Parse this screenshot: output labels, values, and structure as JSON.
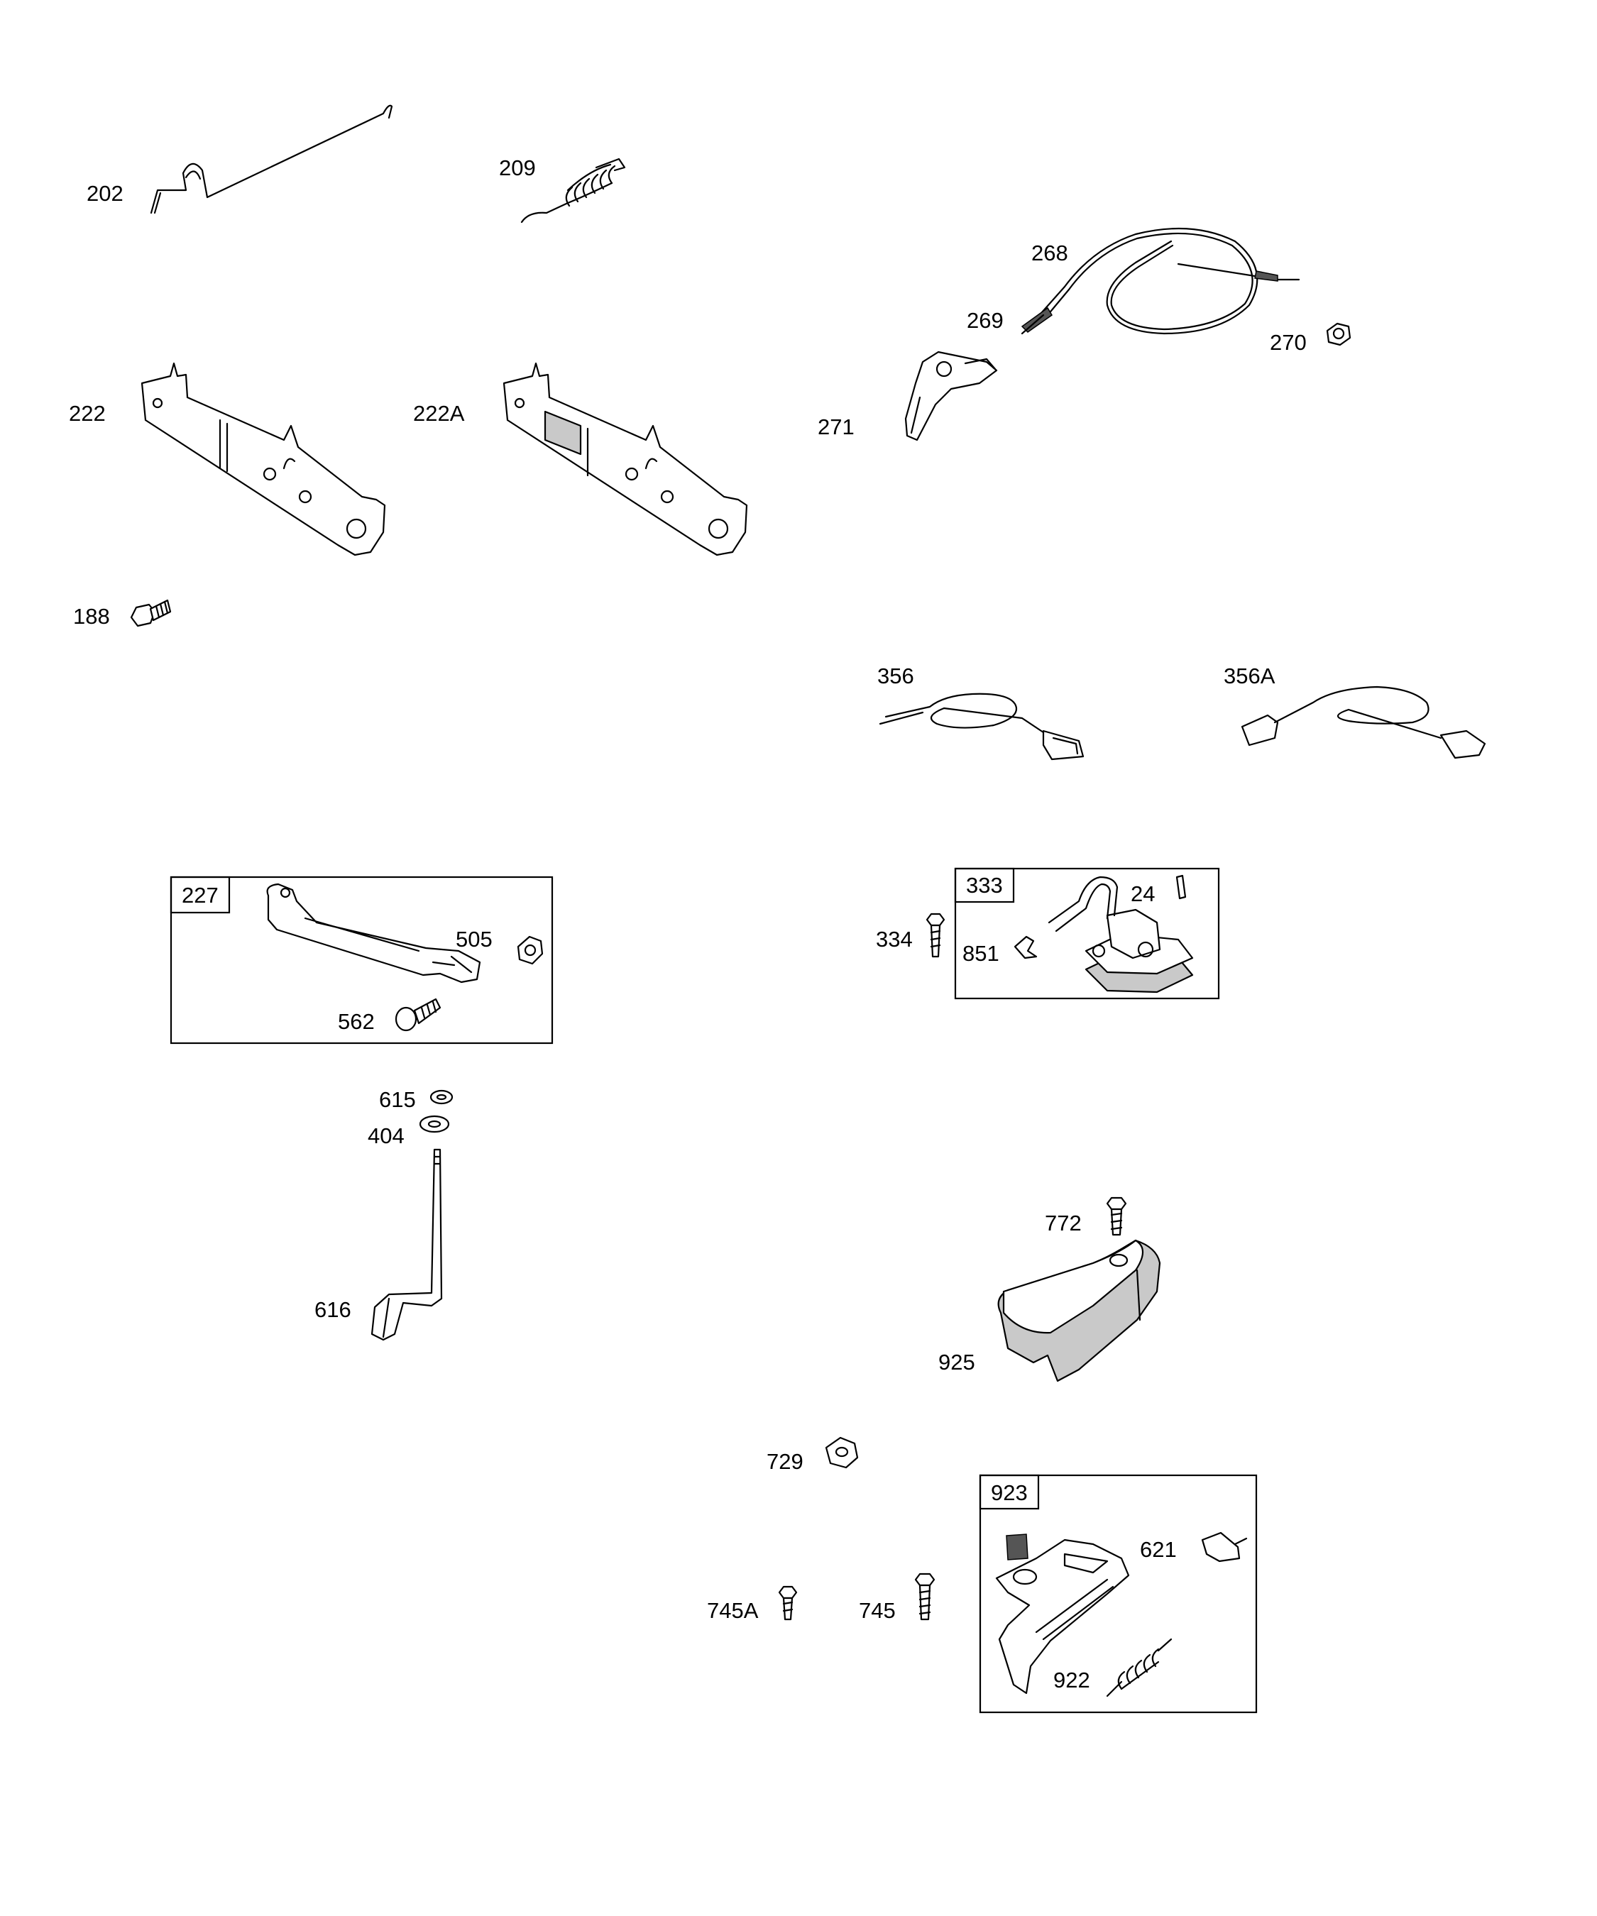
{
  "parts": {
    "p202": "202",
    "p209": "209",
    "p268": "268",
    "p269": "269",
    "p270": "270",
    "p271": "271",
    "p222": "222",
    "p222A": "222A",
    "p188": "188",
    "p356": "356",
    "p356A": "356A",
    "p227": "227",
    "p505": "505",
    "p562": "562",
    "p333": "333",
    "p24": "24",
    "p334": "334",
    "p851": "851",
    "p615": "615",
    "p404": "404",
    "p616": "616",
    "p772": "772",
    "p925": "925",
    "p729": "729",
    "p923": "923",
    "p621": "621",
    "p745A": "745A",
    "p745": "745",
    "p922": "922"
  }
}
